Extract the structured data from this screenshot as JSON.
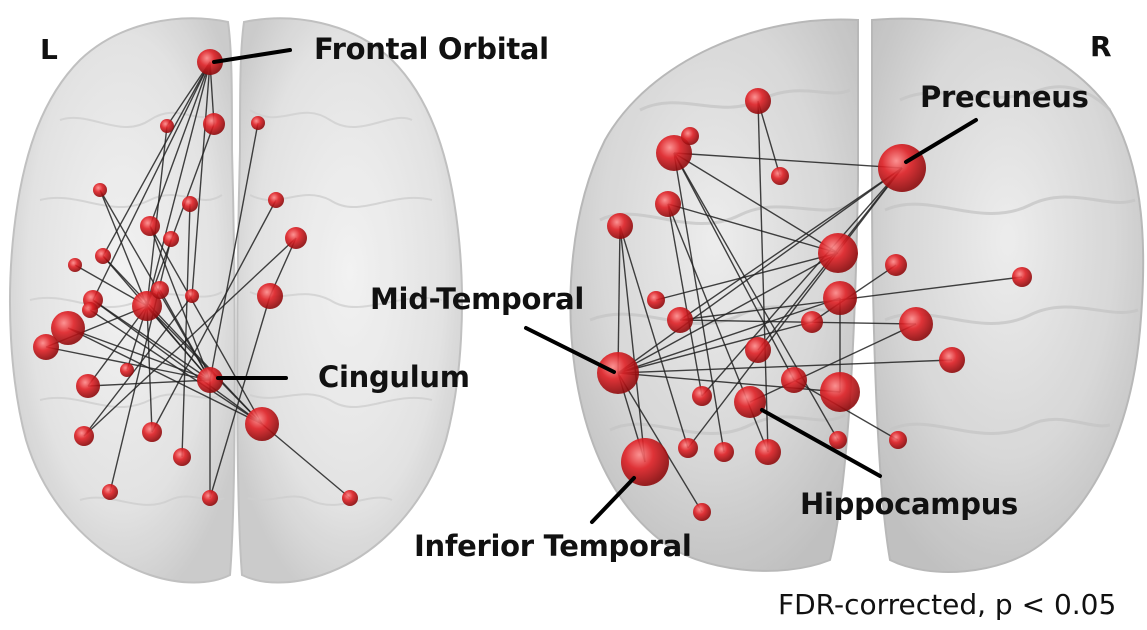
{
  "hemisphere": {
    "left": "L",
    "right": "R"
  },
  "regions": {
    "frontal_orbital": "Frontal Orbital",
    "cingulum": "Cingulum",
    "precuneus": "Precuneus",
    "mid_temporal": "Mid-Temporal",
    "hippocampus": "Hippocampus",
    "inferior_temporal": "Inferior Temporal"
  },
  "footnote": "FDR-corrected, p < 0.05",
  "colors": {
    "node": "#d0181c",
    "edge": "#222222",
    "brain": "#d9d9d9"
  }
}
